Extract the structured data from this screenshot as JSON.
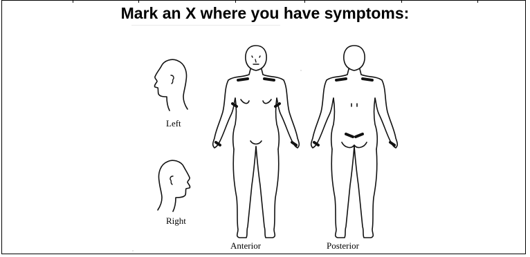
{
  "heading": "Mark an X where you have symptoms:",
  "labels": {
    "left": "Left",
    "right": "Right",
    "anterior": "Anterior",
    "posterior": "Posterior"
  }
}
